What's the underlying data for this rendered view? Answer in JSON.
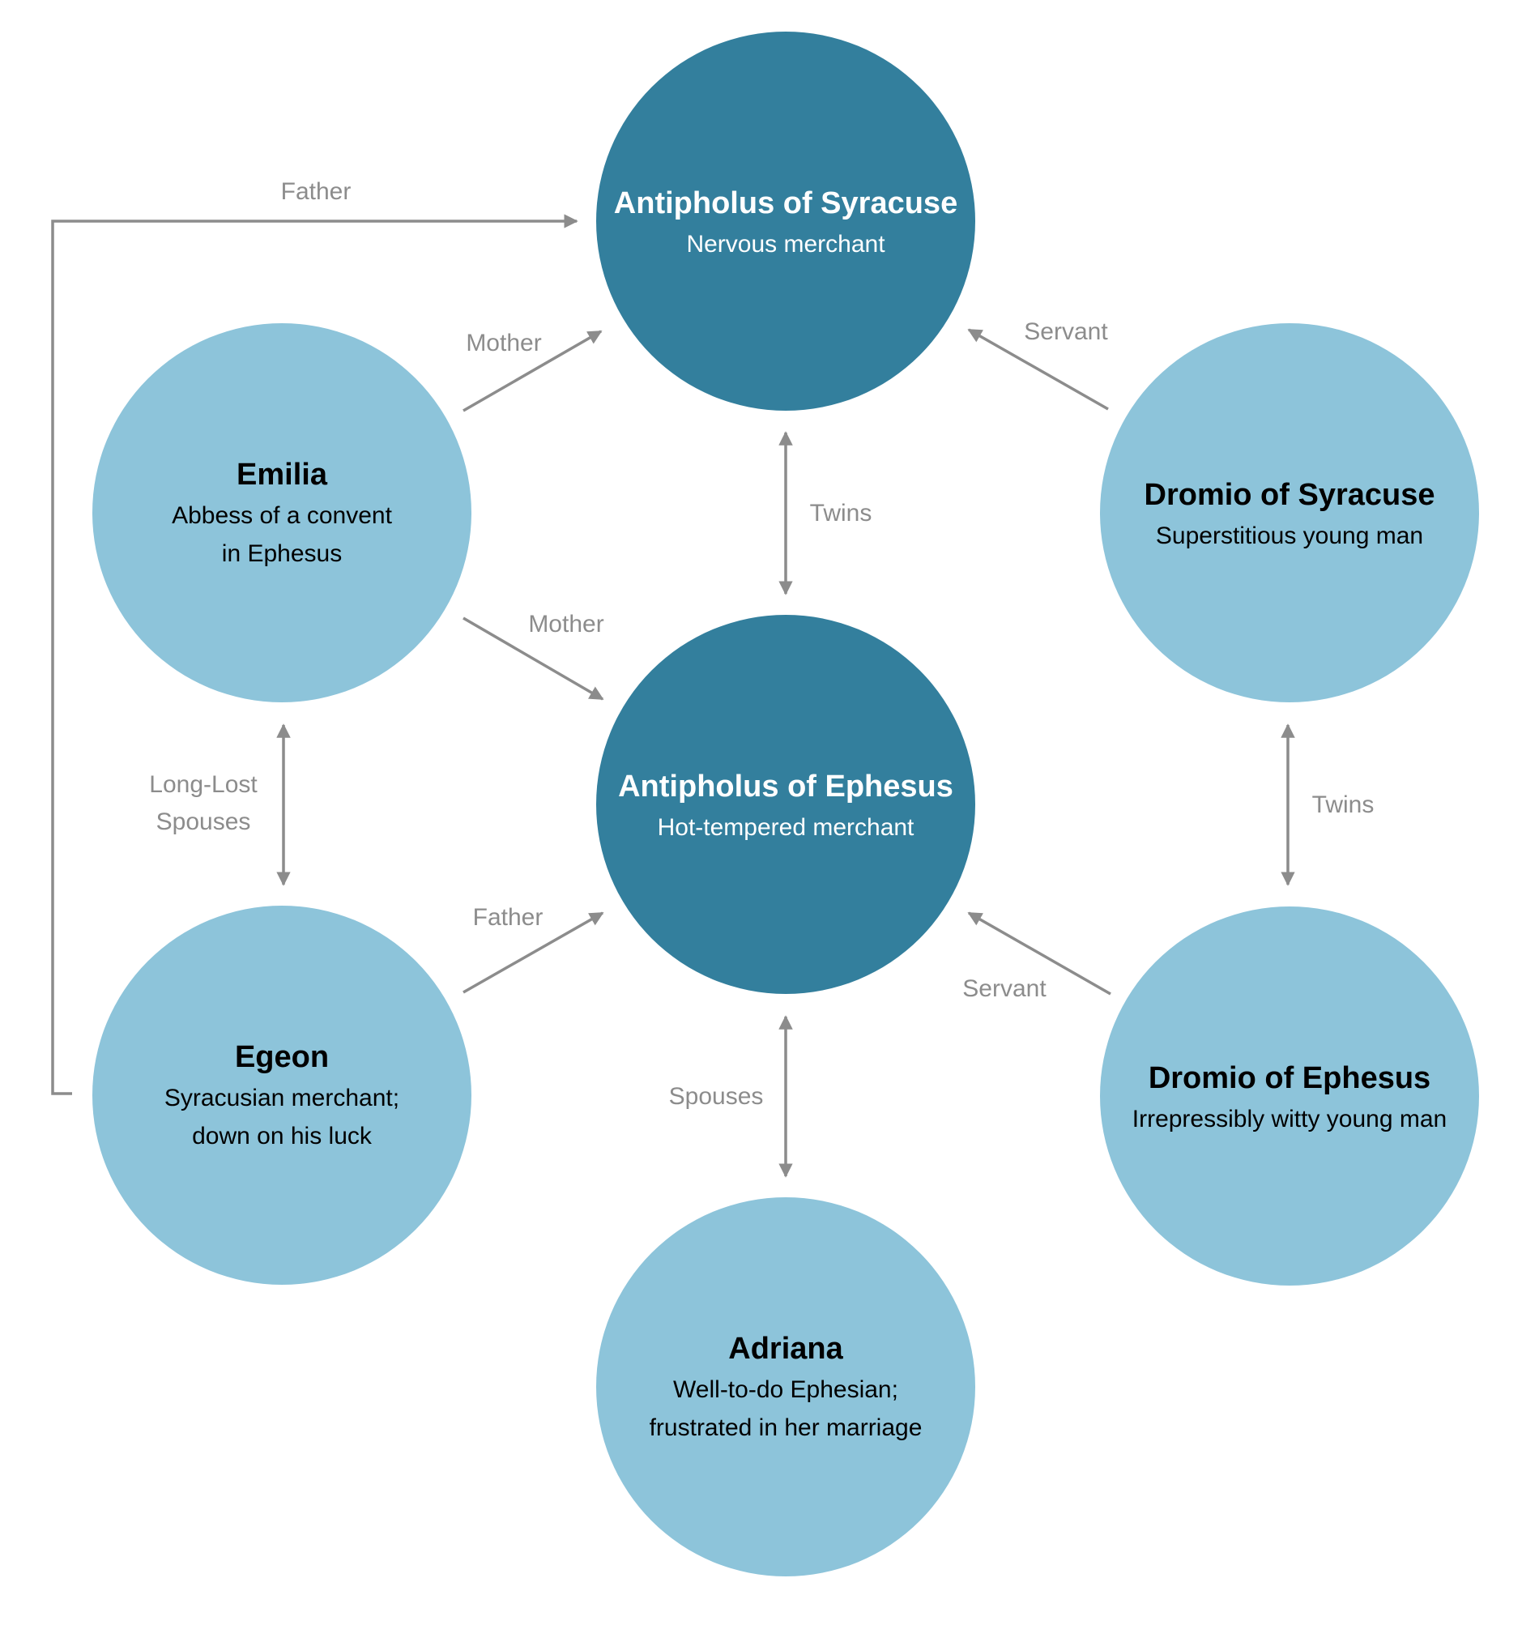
{
  "colors": {
    "primary_node": "#337f9d",
    "secondary_node": "#8dc4da",
    "primary_text": "#ffffff",
    "secondary_text": "#000000",
    "edge": "#8c8c8c"
  },
  "nodes": {
    "antipholus_syracuse": {
      "name": "Antipholus of Syracuse",
      "desc": [
        "Nervous merchant"
      ]
    },
    "antipholus_ephesus": {
      "name": "Antipholus of Ephesus",
      "desc": [
        "Hot-tempered merchant"
      ]
    },
    "emilia": {
      "name": "Emilia",
      "desc": [
        "Abbess of a convent",
        "in Ephesus"
      ]
    },
    "egeon": {
      "name": "Egeon",
      "desc": [
        "Syracusian merchant;",
        "down on his luck"
      ]
    },
    "dromio_syracuse": {
      "name": "Dromio of Syracuse",
      "desc": [
        "Superstitious young man"
      ]
    },
    "dromio_ephesus": {
      "name": "Dromio of Ephesus",
      "desc": [
        "Irrepressibly witty young man"
      ]
    },
    "adriana": {
      "name": "Adriana",
      "desc": [
        "Well-to-do Ephesian;",
        "frustrated in her marriage"
      ]
    }
  },
  "edges": {
    "father_egeon_syracuse": [
      "Father"
    ],
    "mother_emilia_syracuse": [
      "Mother"
    ],
    "mother_emilia_ephesus": [
      "Mother"
    ],
    "twins_antipholus": [
      "Twins"
    ],
    "servant_dromio_syracuse": [
      "Servant"
    ],
    "servant_dromio_ephesus": [
      "Servant"
    ],
    "twins_dromio": [
      "Twins"
    ],
    "long_lost_spouses": [
      "Long-Lost",
      "Spouses"
    ],
    "father_egeon_ephesus": [
      "Father"
    ],
    "spouses_antipholus_adriana": [
      "Spouses"
    ]
  }
}
